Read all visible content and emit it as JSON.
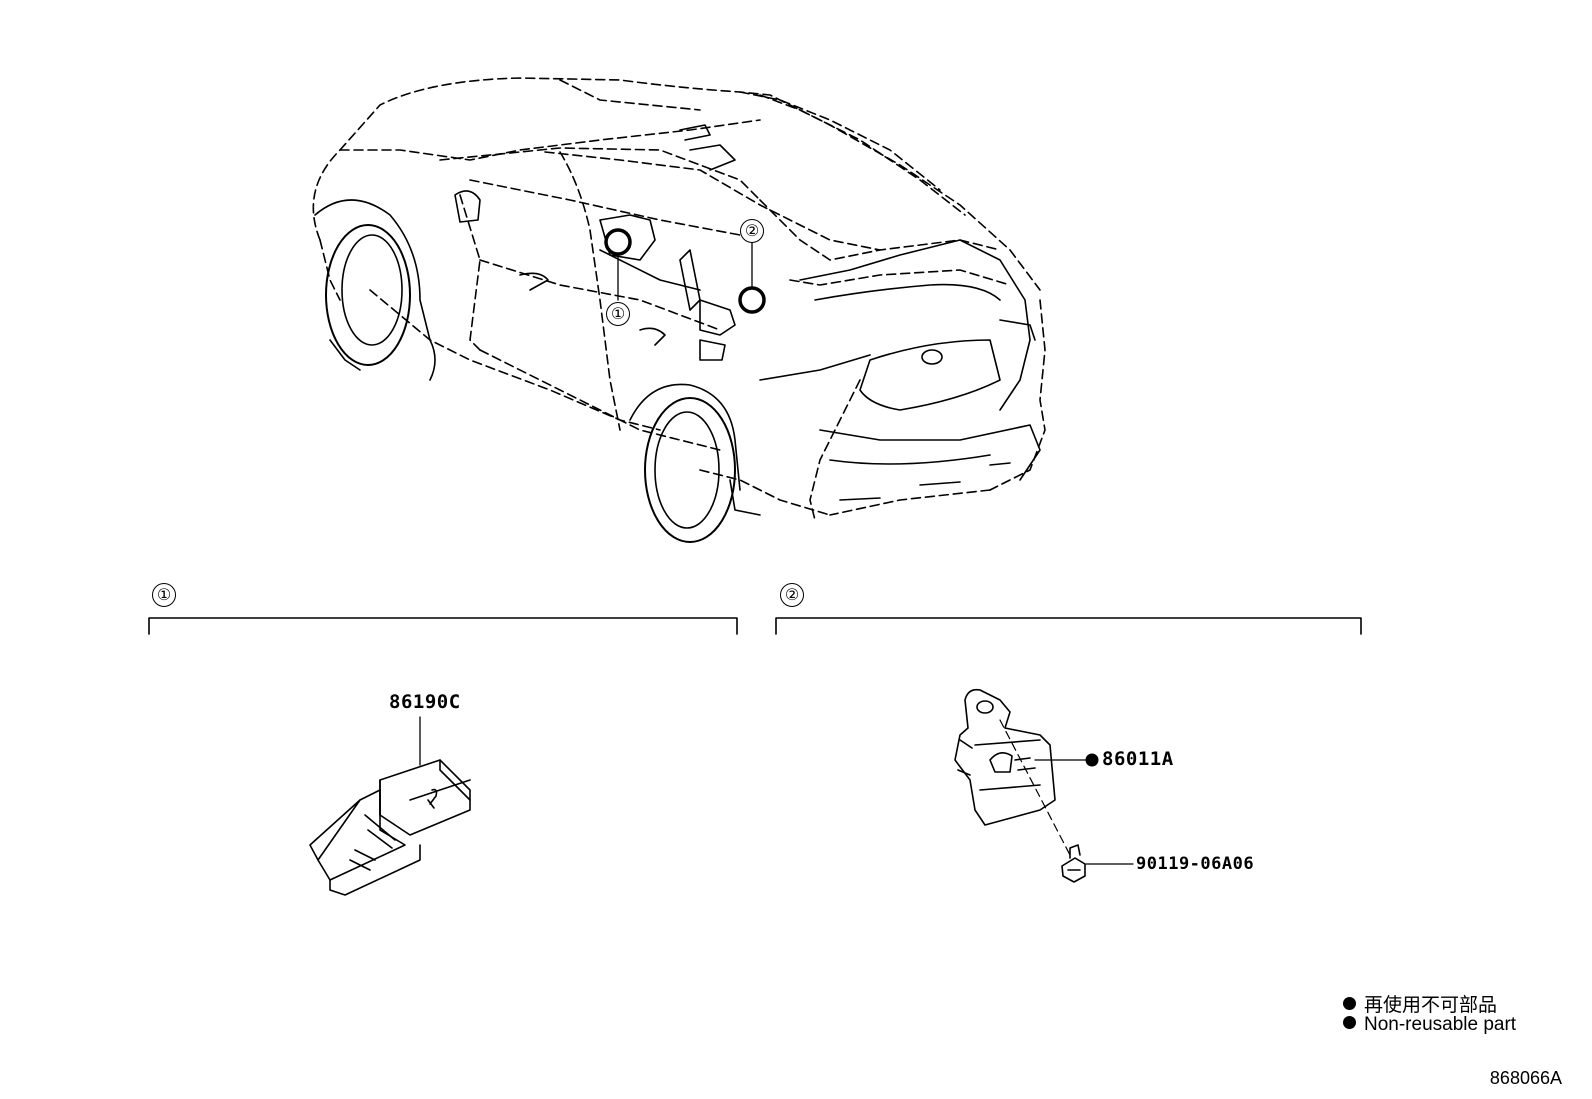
{
  "callouts": {
    "view1": "①",
    "view2": "②",
    "car_marker1": "①",
    "car_marker2": "②"
  },
  "parts": {
    "p1": "86190C",
    "p2": "86011A",
    "p3": "90119-06A06"
  },
  "legend": {
    "line_ja": "再使用不可部品",
    "line_en": "Non-reusable part"
  },
  "diagram_code": "868066A"
}
